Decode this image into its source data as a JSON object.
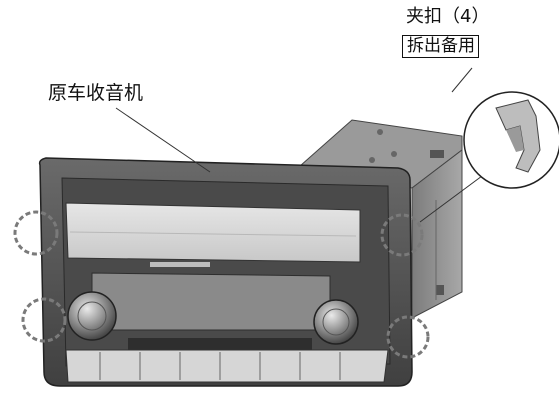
{
  "labels": {
    "radio": "原车收音机",
    "clip": "夹扣（4）",
    "spare": "拆出备用"
  },
  "colors": {
    "bezel": "#5a5a5a",
    "bezel_dark": "#3c3c3c",
    "panel": "#d9d9d9",
    "slot": "#c4c4c4",
    "chassis": "#8e8e8e",
    "knob": "#6a6a6a",
    "clip": "#bdbdbd",
    "marker": "#8a8a8a"
  },
  "icons": {
    "clip_marker": "dashed-circle-icon",
    "zoom": "magnifier-circle-icon"
  }
}
